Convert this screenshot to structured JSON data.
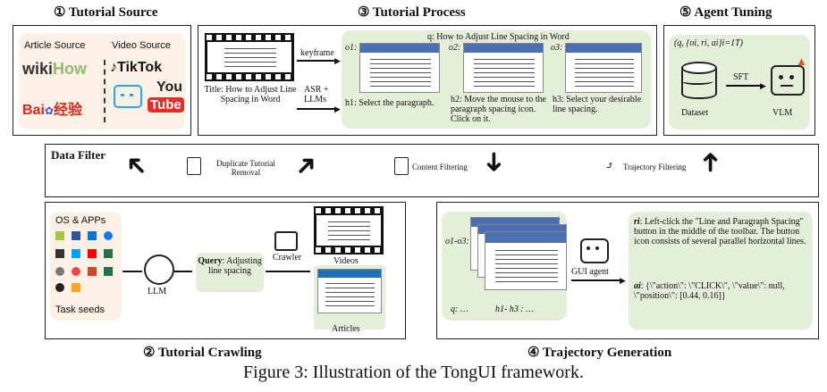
{
  "sections": {
    "tutorial_source": "① Tutorial Source",
    "tutorial_process": "③ Tutorial Process",
    "agent_tuning": "⑤ Agent Tuning",
    "tutorial_crawling": "② Tutorial Crawling",
    "trajectory_generation": "④ Trajectory Generation"
  },
  "source": {
    "article_label": "Article Source",
    "video_label": "Video Source",
    "wikihow_a": "wiki",
    "wikihow_b": "How",
    "baidu_a": "Bai",
    "baidu_b": "经验",
    "tiktok": "TikTok",
    "youtube_you": "You",
    "youtube_tube": "Tube"
  },
  "process": {
    "query": "q: How to Adjust Line Spacing in Word",
    "title": "Title: How to Adjust Line Spacing in Word",
    "keyframe": "keyframe",
    "asr": "ASR +",
    "llms": "LLMs",
    "o1": "o1:",
    "o2": "o2:",
    "o3": "o3:",
    "h1": "h1: Select the paragraph.",
    "h2": "h2: Move the mouse to the paragraph spacing icon. Click on it.",
    "h3": "h3: Select your desirable line spacing."
  },
  "tuning": {
    "formula": "(q, {oi, ri, ai}i=1T)",
    "sft": "SFT",
    "dataset": "Dataset",
    "vlm": "VLM"
  },
  "filter": {
    "title": "Data Filter",
    "duplicate": "Duplicate Tutorial Removal",
    "content": "Content Filtering",
    "trajectory": "Trajectory Filtering"
  },
  "crawling": {
    "os_apps": "OS & APPs",
    "task_seeds": "Task seeds",
    "llm": "LLM",
    "query_label": "Query",
    "query_text": ": Adjusting line spacing",
    "crawler": "Crawler",
    "videos": "Videos",
    "articles": "Articles"
  },
  "trajectory": {
    "o_range": "o1-o3:",
    "q": "q: …",
    "h_range": "h1- h3 : …",
    "gui_agent": "GUI agent",
    "r_label": "ri",
    "r_text": ": Left-click the \"Line and Paragraph Spacing\" button in the middle of the toolbar. The button icon consists of several parallel horizontal lines.",
    "a_label": "ai",
    "a_text": ": {\\\"action\\\": \\\"CLICK\\\", \\\"value\\\": null, \\\"position\\\": [0.44, 0.16]}"
  },
  "caption": "Figure 3: Illustration of the TongUI framework."
}
